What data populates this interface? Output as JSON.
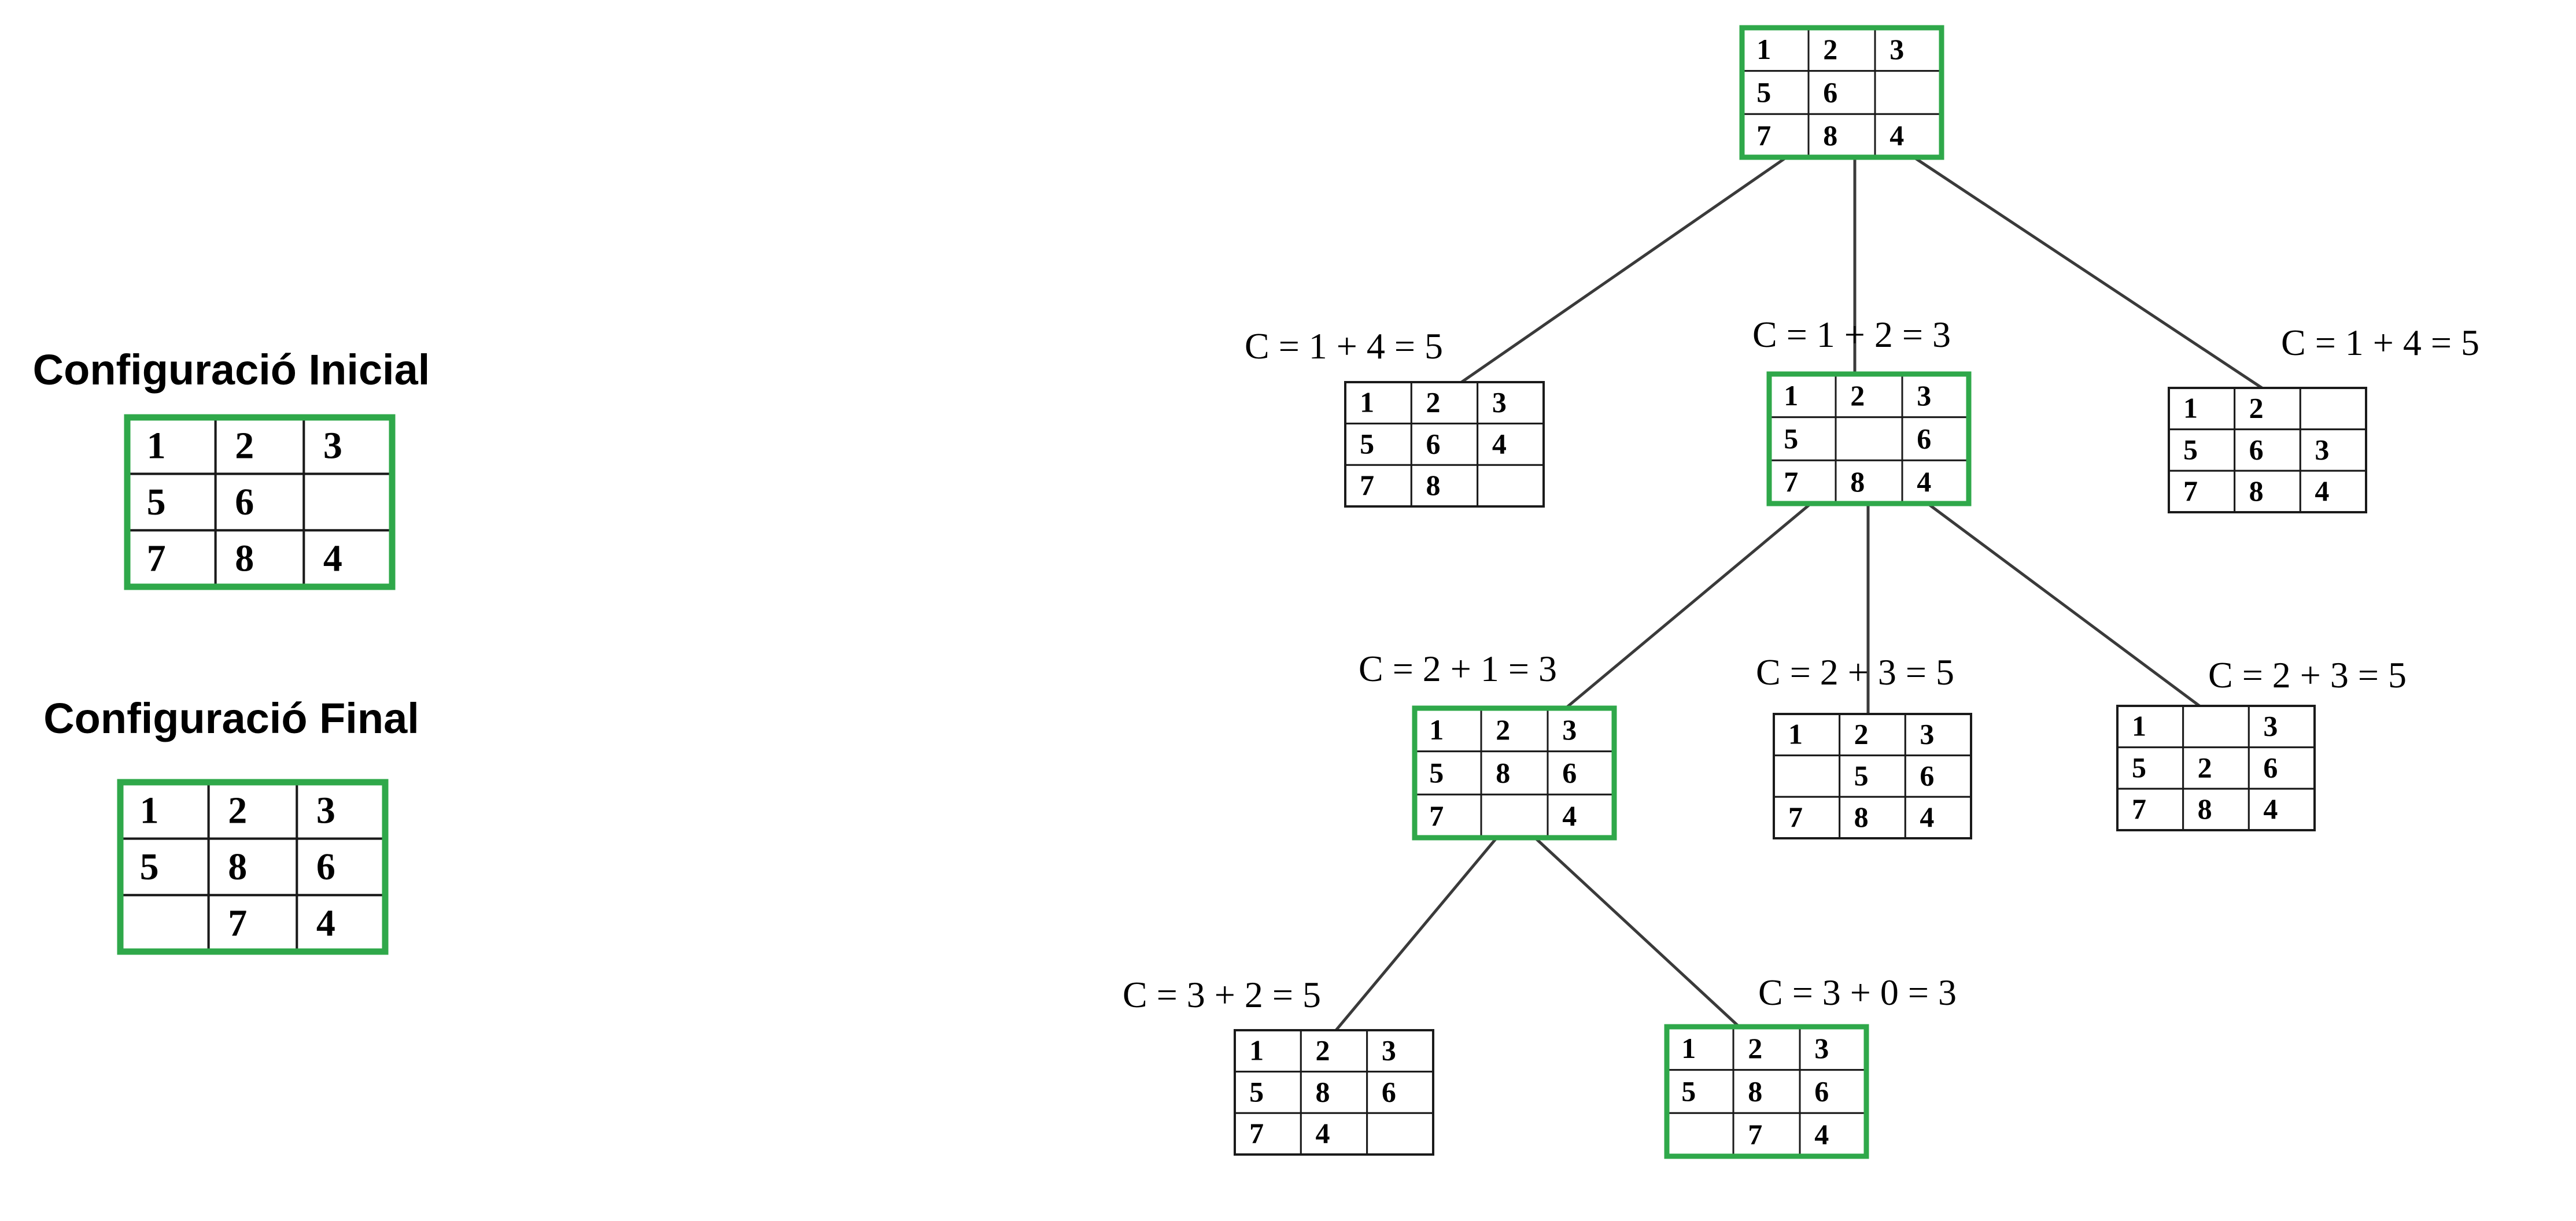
{
  "colors": {
    "highlight": "#2fa84a",
    "grid": "#1a1a1a",
    "edge": "#3a3a3a",
    "text": "#000000"
  },
  "initial_config": {
    "title": "Configuració Inicial",
    "grid": [
      [
        "1",
        "2",
        "3"
      ],
      [
        "5",
        "6",
        ""
      ],
      [
        "7",
        "8",
        "4"
      ]
    ]
  },
  "final_config": {
    "title": "Configuració Final",
    "grid": [
      [
        "1",
        "2",
        "3"
      ],
      [
        "5",
        "8",
        "6"
      ],
      [
        "",
        "7",
        "4"
      ]
    ]
  },
  "tree": {
    "nodes": [
      {
        "id": "root",
        "cost": "",
        "highlighted": true,
        "grid": [
          [
            "1",
            "2",
            "3"
          ],
          [
            "5",
            "6",
            ""
          ],
          [
            "7",
            "8",
            "4"
          ]
        ]
      },
      {
        "id": "l1a",
        "cost": "C = 1 + 4 = 5",
        "highlighted": false,
        "grid": [
          [
            "1",
            "2",
            "3"
          ],
          [
            "5",
            "6",
            "4"
          ],
          [
            "7",
            "8",
            ""
          ]
        ]
      },
      {
        "id": "l1b",
        "cost": "C = 1 + 2 = 3",
        "highlighted": true,
        "grid": [
          [
            "1",
            "2",
            "3"
          ],
          [
            "5",
            "",
            "6"
          ],
          [
            "7",
            "8",
            "4"
          ]
        ]
      },
      {
        "id": "l1c",
        "cost": "C = 1 + 4 = 5",
        "highlighted": false,
        "grid": [
          [
            "1",
            "2",
            ""
          ],
          [
            "5",
            "6",
            "3"
          ],
          [
            "7",
            "8",
            "4"
          ]
        ]
      },
      {
        "id": "l2a",
        "cost": "C = 2 + 1 = 3",
        "highlighted": true,
        "grid": [
          [
            "1",
            "2",
            "3"
          ],
          [
            "5",
            "8",
            "6"
          ],
          [
            "7",
            "",
            "4"
          ]
        ]
      },
      {
        "id": "l2b",
        "cost": "C = 2 + 3 = 5",
        "highlighted": false,
        "grid": [
          [
            "1",
            "2",
            "3"
          ],
          [
            "",
            "5",
            "6"
          ],
          [
            "7",
            "8",
            "4"
          ]
        ]
      },
      {
        "id": "l2c",
        "cost": "C = 2 + 3 = 5",
        "highlighted": false,
        "grid": [
          [
            "1",
            "",
            "3"
          ],
          [
            "5",
            "2",
            "6"
          ],
          [
            "7",
            "8",
            "4"
          ]
        ]
      },
      {
        "id": "l3a",
        "cost": "C = 3 + 2 = 5",
        "highlighted": false,
        "grid": [
          [
            "1",
            "2",
            "3"
          ],
          [
            "5",
            "8",
            "6"
          ],
          [
            "7",
            "4",
            ""
          ]
        ]
      },
      {
        "id": "l3b",
        "cost": "C = 3 + 0 = 3",
        "highlighted": true,
        "grid": [
          [
            "1",
            "2",
            "3"
          ],
          [
            "5",
            "8",
            "6"
          ],
          [
            "",
            "7",
            "4"
          ]
        ]
      }
    ],
    "edges": [
      [
        "root",
        "l1a"
      ],
      [
        "root",
        "l1b"
      ],
      [
        "root",
        "l1c"
      ],
      [
        "l1b",
        "l2a"
      ],
      [
        "l1b",
        "l2b"
      ],
      [
        "l1b",
        "l2c"
      ],
      [
        "l2a",
        "l3a"
      ],
      [
        "l2a",
        "l3b"
      ]
    ]
  }
}
